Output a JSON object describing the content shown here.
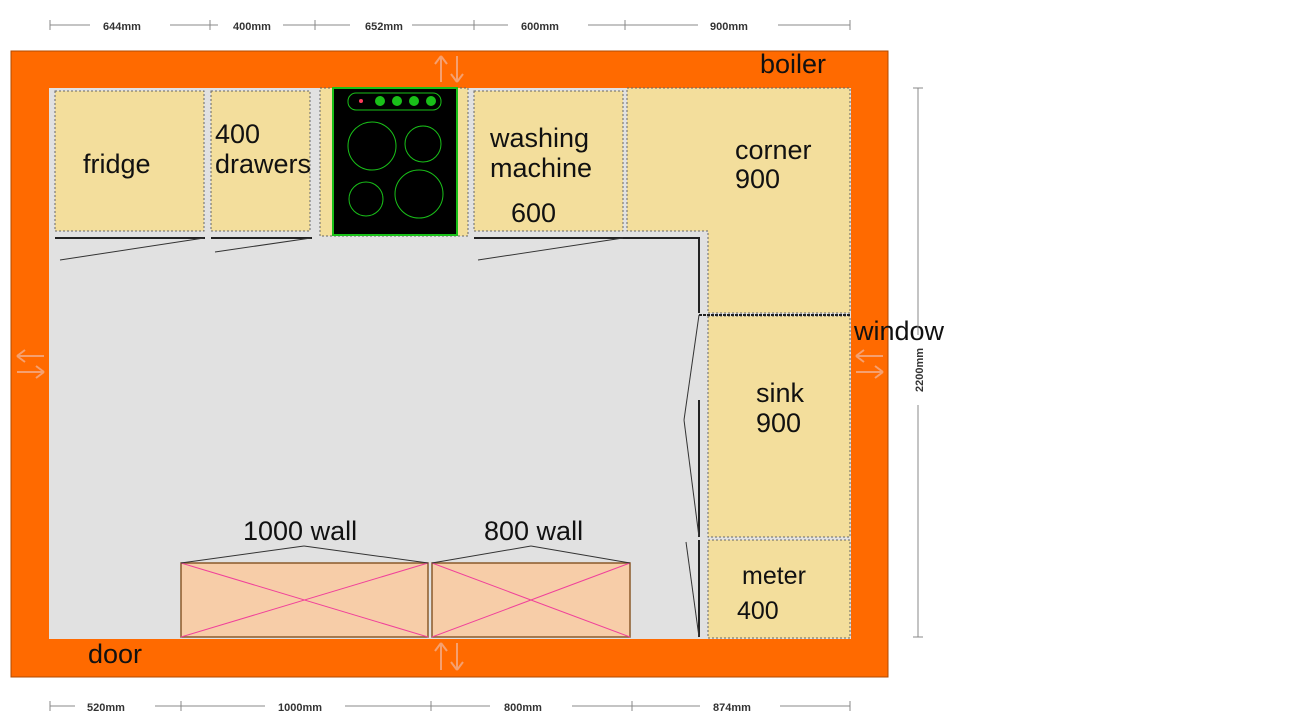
{
  "colors": {
    "wall": "#ff6a00",
    "floor": "#e1e1e1",
    "cabinet": "#f3de9c",
    "wall_unit": "#f7cda8",
    "wall_unit_cross": "#f0409a",
    "hob": "#000000",
    "burner": "#19c019"
  },
  "dimensions": {
    "top": [
      "644mm",
      "400mm",
      "652mm",
      "600mm",
      "900mm"
    ],
    "bottom": [
      "520mm",
      "1000mm",
      "800mm",
      "874mm"
    ],
    "right": "2200mm"
  },
  "labels": {
    "boiler": "boiler",
    "window": "window",
    "door": "door",
    "fridge": "fridge",
    "drawers_line1": "400",
    "drawers_line2": "drawers",
    "washing_line1": "washing",
    "washing_line2": "machine",
    "washing_size": "600",
    "corner_line1": "corner",
    "corner_line2": "900",
    "sink_line1": "sink",
    "sink_line2": "900",
    "meter_line1": "meter",
    "meter_line2": "400",
    "wall1000": "1000 wall",
    "wall800": "800 wall"
  }
}
